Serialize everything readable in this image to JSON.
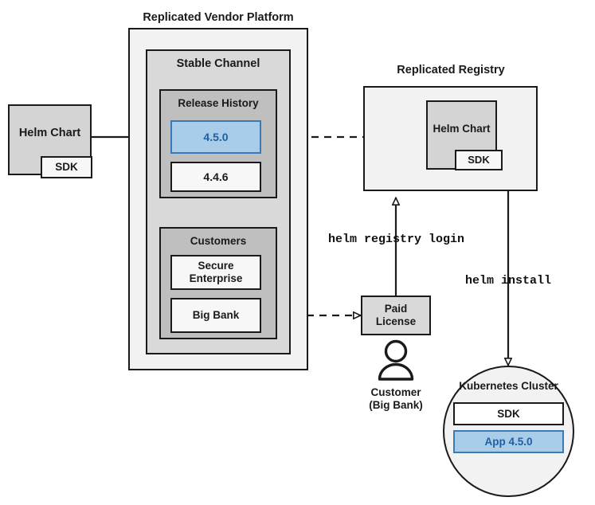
{
  "diagram": {
    "title_vendor_platform": "Replicated Vendor Platform",
    "title_registry": "Replicated Registry",
    "source_chart": {
      "label": "Helm Chart",
      "sub_label": "SDK"
    },
    "stable_channel": {
      "label": "Stable Channel"
    },
    "release_history": {
      "label": "Release History",
      "releases": [
        {
          "version": "4.5.0",
          "highlighted": true
        },
        {
          "version": "4.4.6",
          "highlighted": false
        }
      ]
    },
    "customers": {
      "label": "Customers",
      "items": [
        {
          "name": "Secure Enterprise"
        },
        {
          "name": "Big Bank"
        }
      ]
    },
    "registry_chart": {
      "label": "Helm Chart",
      "sub_label": "SDK"
    },
    "paid_license": {
      "label": "Paid\nLicense",
      "line1": "Paid",
      "line2": "License"
    },
    "customer_actor": {
      "line1": "Customer",
      "line2": "(Big Bank)"
    },
    "commands": [
      {
        "name": "helm-registry-login",
        "text": "helm registry login"
      },
      {
        "name": "helm-install",
        "text": "helm install"
      }
    ],
    "cluster": {
      "label": "Kubernetes Cluster",
      "components": [
        {
          "name": "SDK",
          "highlighted": false
        },
        {
          "name": "App 4.5.0",
          "highlighted": true
        }
      ]
    },
    "colors": {
      "highlight_fill": "#a9cce8",
      "highlight_border": "#3a7ab8",
      "highlight_text": "#1f5f9e",
      "stroke": "#1a1a1a",
      "platform_fill": "#f2f2f2",
      "channel_fill": "#d9d9d9",
      "section_fill": "#bfbfbf",
      "chart_fill": "#d4d4d4",
      "white_fill": "#f7f7f7"
    }
  }
}
